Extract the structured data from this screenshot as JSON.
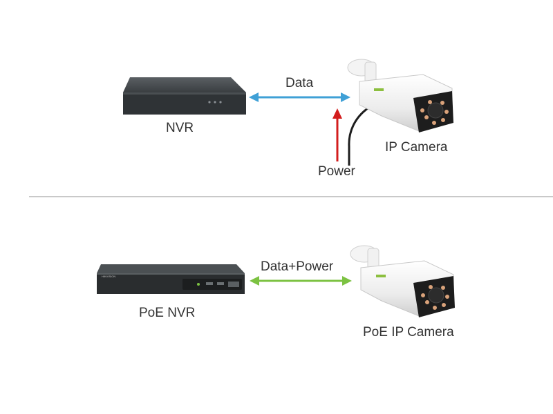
{
  "top": {
    "nvr_label": "NVR",
    "camera_label": "IP Camera",
    "data_label": "Data",
    "power_label": "Power",
    "data_arrow_color": "#3fa0d6",
    "power_arrow_color": "#d31d1d"
  },
  "bottom": {
    "nvr_label": "PoE NVR",
    "camera_label": "PoE IP Camera",
    "link_label": "Data+Power",
    "link_arrow_color": "#7cc242",
    "nvr_brand": "HIKVISION"
  }
}
